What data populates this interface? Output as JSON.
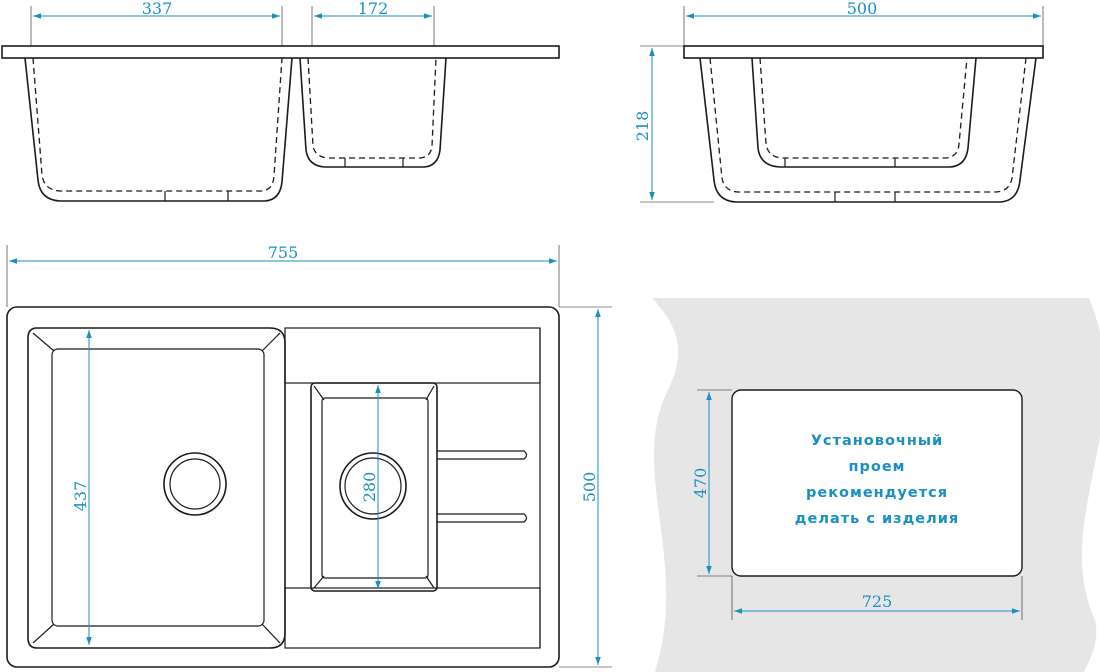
{
  "dimensions": {
    "bowl_large_width": "337",
    "bowl_small_width": "172",
    "side_width": "500",
    "depth": "218",
    "total_length": "755",
    "large_bowl_length": "437",
    "small_bowl_length": "280",
    "total_width": "500",
    "cutout_height": "470",
    "cutout_width": "725"
  },
  "cutout_note": {
    "line1": "Установочный",
    "line2": "проем",
    "line3": "рекомендуется",
    "line4": "делать с изделия"
  },
  "colors": {
    "dimension": "#1a8fc4",
    "outline": "#1b1b1b",
    "countertop": "#e6e6e6"
  }
}
